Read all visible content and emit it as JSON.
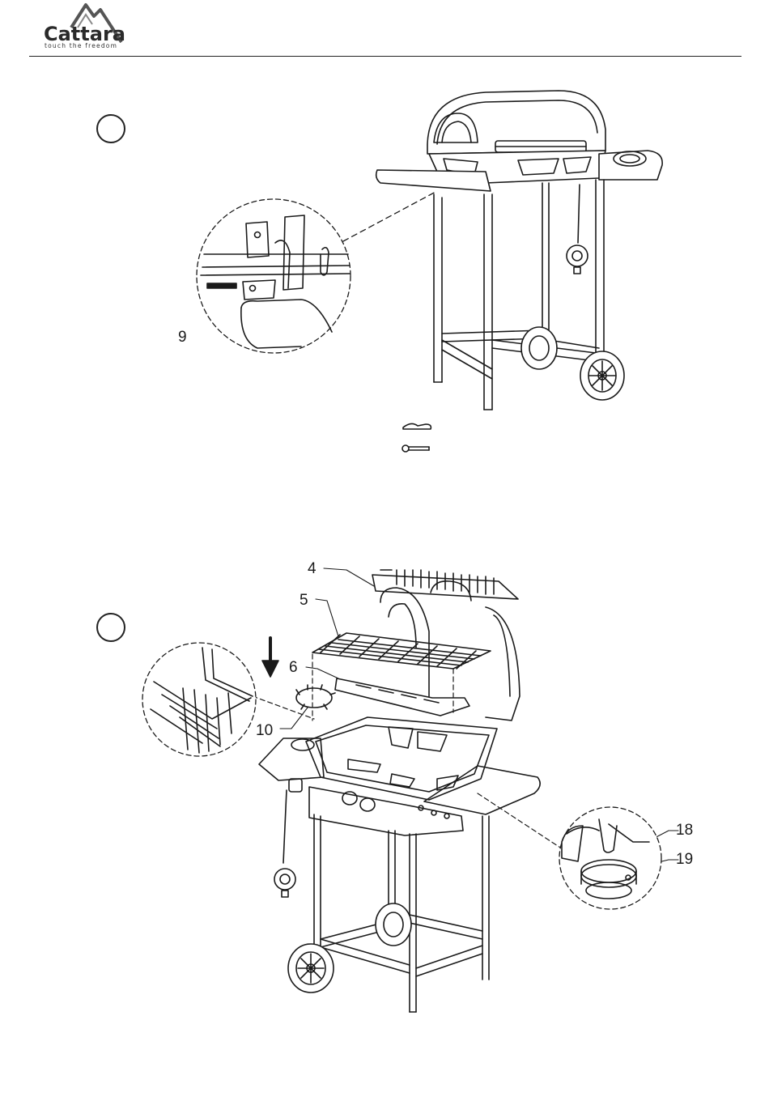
{
  "brand": {
    "name": "Cattara",
    "tagline": "touch the freedom"
  },
  "step_top": {
    "part_labels": [
      "9"
    ]
  },
  "step_bottom": {
    "part_labels": [
      "4",
      "5",
      "6",
      "10",
      "18",
      "19"
    ]
  },
  "icons": [
    "mountain-logo-icon",
    "r-clip-icon",
    "pin-icon",
    "down-arrow-icon"
  ],
  "colors": {
    "ink": "#1a1a1a",
    "paper": "#ffffff"
  }
}
